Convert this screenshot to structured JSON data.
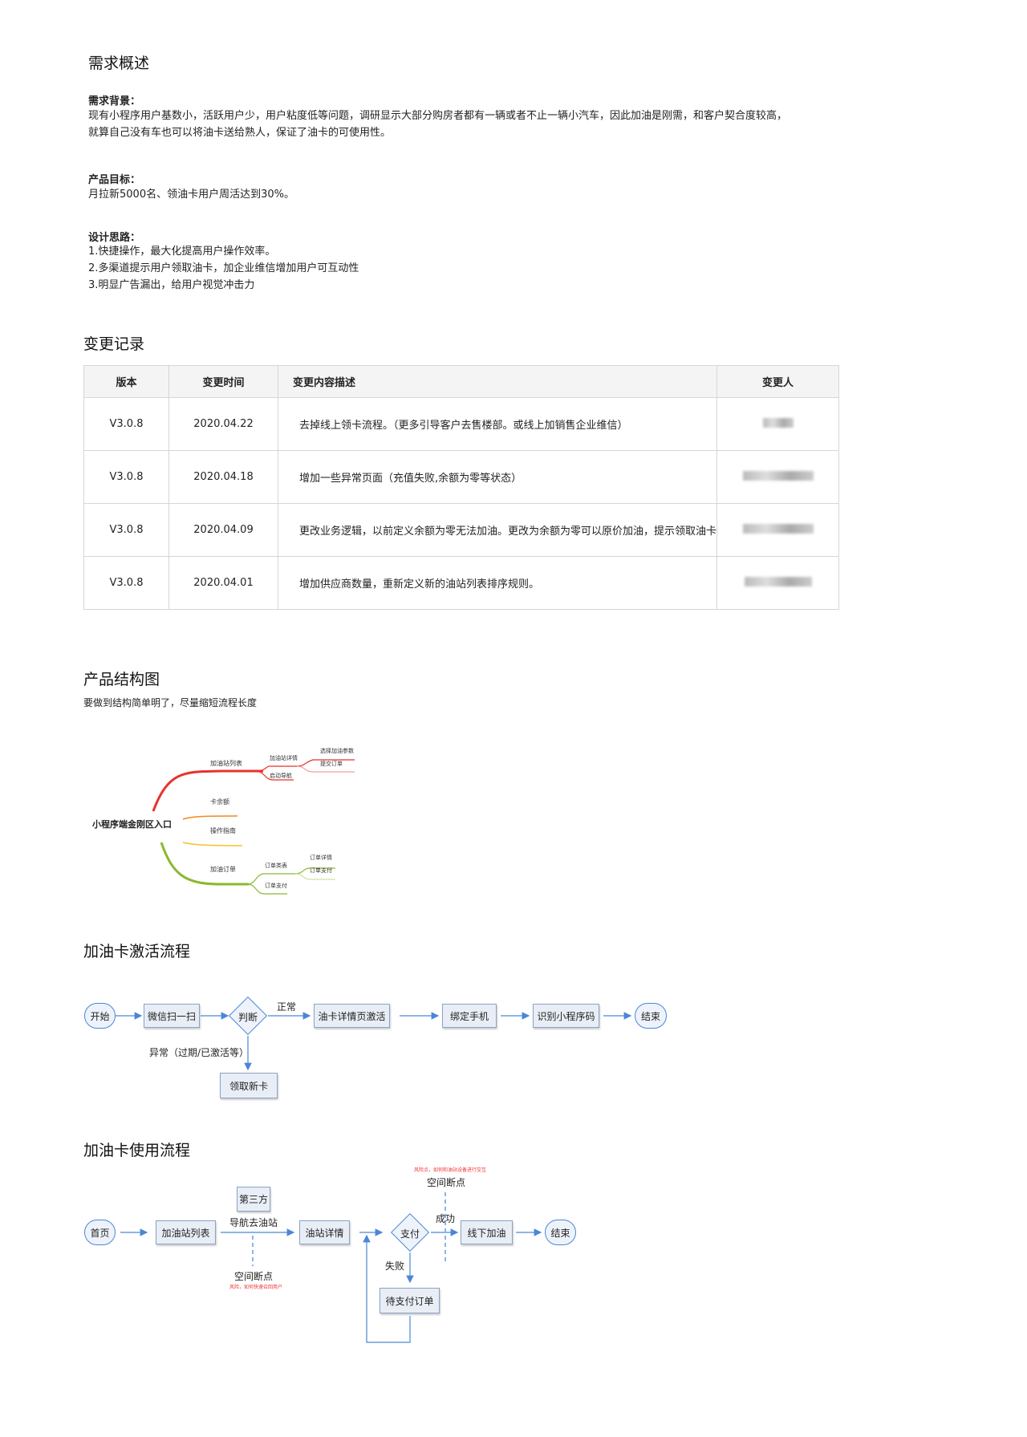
{
  "overview": {
    "title": "需求概述",
    "background_label": "需求背景：",
    "background_text": [
      "现有小程序用户基数小，活跃用户少，用户粘度低等问题，调研显示大部分购房者都有一辆或者不止一辆小汽车，因此加油是刚需，和客户契合度较高，",
      "就算自己没有车也可以将油卡送给熟人，保证了油卡的可使用性。"
    ],
    "goal_label": "产品目标：",
    "goal_text": "月拉新5000名、领油卡用户周活达到30%。",
    "design_label": "设计思路：",
    "design_items": [
      "1.快捷操作，最大化提高用户操作效率。",
      "2.多渠道提示用户领取油卡，加企业维信增加用户可互动性",
      "3.明显广告漏出，给用户视觉冲击力"
    ]
  },
  "changelog": {
    "title": "变更记录",
    "headers": [
      "版本",
      "变更时间",
      "变更内容描述",
      "变更人"
    ],
    "rows": [
      {
        "version": "V3.0.8",
        "date": "2020.04.22",
        "desc": "去掉线上领卡流程。（更多引导客户去售楼部。或线上加销售企业维信）"
      },
      {
        "version": "V3.0.8",
        "date": "2020.04.18",
        "desc": "增加一些异常页面（充值失败,余额为零等状态）"
      },
      {
        "version": "V3.0.8",
        "date": "2020.04.09",
        "desc": "更改业务逻辑，以前定义余额为零无法加油。更改为余额为零可以原价加油，提示领取油卡"
      },
      {
        "version": "V3.0.8",
        "date": "2020.04.01",
        "desc": "增加供应商数量，重新定义新的油站列表排序规则。"
      }
    ]
  },
  "structure": {
    "title": "产品结构图",
    "subtitle": "要做到结构简单明了，尽量缩短流程长度",
    "root": "小程序端金刚区入口",
    "n1": "加油站列表",
    "n1a": "加油站详情",
    "n1a1": "选择加油参数",
    "n1a2": "提交订单",
    "n1b": "启动导航",
    "n2": "卡余额",
    "n3": "操作指南",
    "n4": "加油订单",
    "n4a": "订单类表",
    "n4a1": "订单详情",
    "n4a2": "订单支付",
    "n4b": "订单支付",
    "colors": {
      "red": "#e8322b",
      "orange": "#f08a1c",
      "yellow": "#f5c02a",
      "green": "#8ab92d"
    }
  },
  "activation": {
    "title": "加油卡激活流程",
    "start": "开始",
    "scan": "微信扫一扫",
    "judge": "判断",
    "normal": "正常",
    "activate": "油卡详情页激活",
    "bind": "绑定手机",
    "recognize": "识别小程序码",
    "end": "结束",
    "abnormal": "异常（过期/已激活等）",
    "newcard": "领取新卡"
  },
  "usage": {
    "title": "加油卡使用流程",
    "home": "首页",
    "list": "加油站列表",
    "third": "第三方",
    "nav": "导航去油站",
    "break1": "空间断点",
    "risk1": "风险，如何快速召回用户",
    "detail": "油站详情",
    "pay": "支付",
    "success": "成功",
    "break2": "空间断点",
    "risk2": "风险点，如何和油站设备进行交互",
    "offline": "线下加油",
    "end": "结束",
    "fail": "失败",
    "pending": "待支付订单"
  }
}
